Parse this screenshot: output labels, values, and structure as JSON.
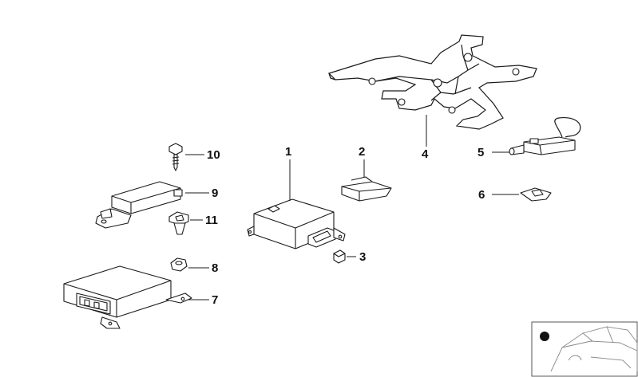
{
  "callouts": [
    {
      "id": "1",
      "label": "1"
    },
    {
      "id": "2",
      "label": "2"
    },
    {
      "id": "3",
      "label": "3"
    },
    {
      "id": "4",
      "label": "4"
    },
    {
      "id": "5",
      "label": "5"
    },
    {
      "id": "6",
      "label": "6"
    },
    {
      "id": "7",
      "label": "7"
    },
    {
      "id": "8",
      "label": "8"
    },
    {
      "id": "9",
      "label": "9"
    },
    {
      "id": "10",
      "label": "10"
    },
    {
      "id": "11",
      "label": "11"
    }
  ],
  "colors": {
    "line": "#1a1a1a",
    "background": "#ffffff",
    "shade": "#cfcfcf"
  }
}
